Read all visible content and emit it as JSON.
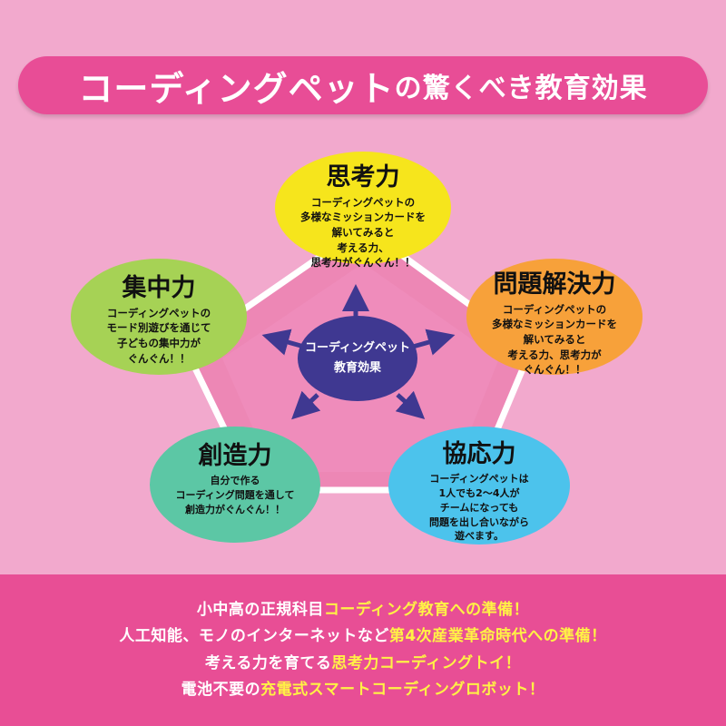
{
  "title": {
    "main": "コーディングペット",
    "sub": "の驚くべき教育効果"
  },
  "diagram": {
    "center": {
      "line1": "コーディングペット",
      "line2": "教育効果"
    },
    "nodes": {
      "thinking": {
        "title": "思考力",
        "body": "コーディングペットの\n多様なミッションカードを\n解いてみると\n考える力、\n思考力がぐんぐん！！"
      },
      "concentration": {
        "title": "集中力",
        "body": "コーディングペットの\nモード別遊びを通じて\n子どもの集中力が\nぐんぐん！！"
      },
      "problem_solving": {
        "title": "問題解決力",
        "body": "コーディングペットの\n多様なミッションカードを\n解いてみると\n考える力、思考力が\nぐんぐん！！"
      },
      "creativity": {
        "title": "創造力",
        "body": "自分で作る\nコーディング問題を通して\n創造力がぐんぐん！！"
      },
      "cooperation": {
        "title": "協応力",
        "body": "コーディングペットは\n1人でも2～4人が\nチームになっても\n問題を出し合いながら\n遊べます。"
      }
    }
  },
  "footer": {
    "line1": {
      "plain": "小中高の正規科目",
      "highlight": "コーディング教育への準備！"
    },
    "line2": {
      "plain": "人工知能、モノのインターネットなど",
      "highlight": "第4次産業革命時代への準備！"
    },
    "line3": {
      "plain": "考える力を育てる",
      "highlight": "思考力コーディングトイ！"
    },
    "line4": {
      "plain": "電池不要の",
      "highlight": "充電式スマートコーディングロボット！"
    }
  },
  "colors": {
    "background": "#f2a9cd",
    "accent_pink": "#e84d96",
    "highlight_yellow": "#fff245",
    "center_navy": "#3f3891",
    "thinking": "#f6e51c",
    "concentration": "#a6d255",
    "problem_solving": "#f7a13a",
    "creativity": "#5cc7a5",
    "cooperation": "#4cc3ec"
  }
}
